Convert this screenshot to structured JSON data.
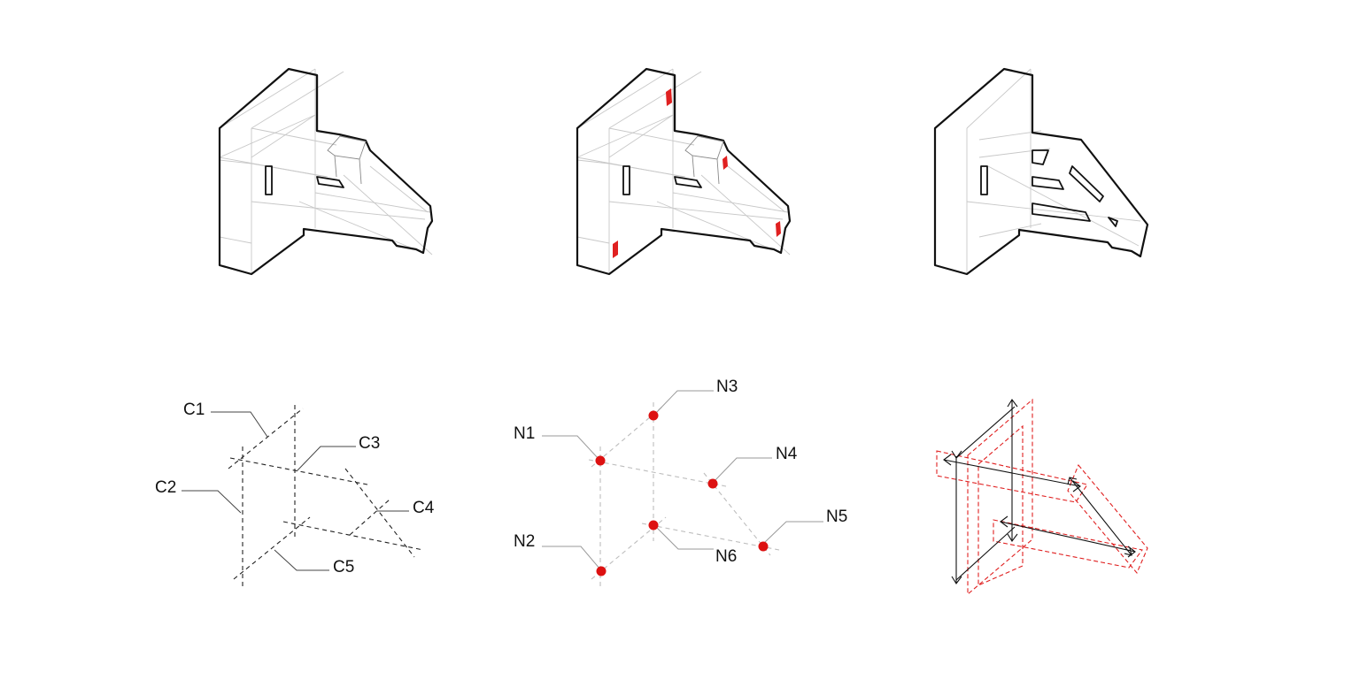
{
  "colors": {
    "outline": "#111111",
    "construction": "#c8c8c8",
    "highlight": "#e02020",
    "node": "#dd1111",
    "guide": "#bdbdbd"
  },
  "top_row": {
    "panels": [
      {
        "name": "solid-bracket"
      },
      {
        "name": "bracket-with-node-markers"
      },
      {
        "name": "hollowed-bracket"
      }
    ]
  },
  "bottom_row": {
    "curves": {
      "labels": [
        "C1",
        "C2",
        "C3",
        "C4",
        "C5"
      ]
    },
    "nodes": {
      "labels": [
        "N1",
        "N2",
        "N3",
        "N4",
        "N5",
        "N6"
      ]
    },
    "frames": {}
  }
}
